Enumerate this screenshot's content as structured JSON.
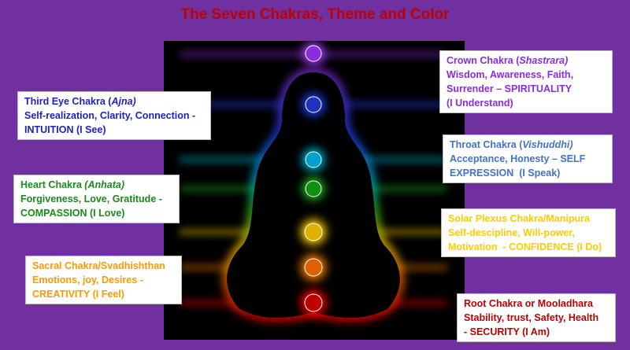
{
  "title": "The Seven Chakras, Theme and Color",
  "chakras": [
    {
      "id": "crown",
      "name": "Crown Chakra (",
      "sanskrit": "Shastrara)",
      "lines": [
        "Wisdom, Awareness, Faith,",
        "Surrender – SPIRITUALITY",
        "(I Understand)"
      ],
      "color": "#8B2BE2"
    },
    {
      "id": "third-eye",
      "name": "Third Eye Chakra (",
      "sanskrit": "Ajna)",
      "lines": [
        "Self-realization, Clarity, Connection -",
        "INTUITION (I See)"
      ],
      "color": "#1F1FC8"
    },
    {
      "id": "throat",
      "name": "Throat Chakra (",
      "sanskrit": "Vishuddhi)",
      "lines": [
        "Acceptance, Honesty – SELF",
        "EXPRESSION  (I Speak)"
      ],
      "color": "#4472C4"
    },
    {
      "id": "heart",
      "name": "Heart Chakra ",
      "sanskrit": "(Anhata)",
      "lines": [
        "Forgiveness, Love, Gratitude -",
        "COMPASSION (I Love)"
      ],
      "color": "#1A8A1A"
    },
    {
      "id": "solar-plexus",
      "name": "Solar Plexus Chakra/Manipura",
      "sanskrit": "",
      "lines": [
        "Self-descipline, Will-power,",
        "Motivation  - CONFIDENCE (I Do)"
      ],
      "color": "#FFCC00"
    },
    {
      "id": "sacral",
      "name": "Sacral Chakra/Svadhishthan",
      "sanskrit": "",
      "lines": [
        "Emotions, joy, Desires -",
        "CREATIVITY (I Feel)"
      ],
      "color": "#FF9900"
    },
    {
      "id": "root",
      "name": "Root Chakra or Mooladhara",
      "sanskrit": "",
      "lines": [
        "Stability, trust, Safety, Health",
        "- SECURITY (I Am)"
      ],
      "color": "#C00000"
    }
  ]
}
